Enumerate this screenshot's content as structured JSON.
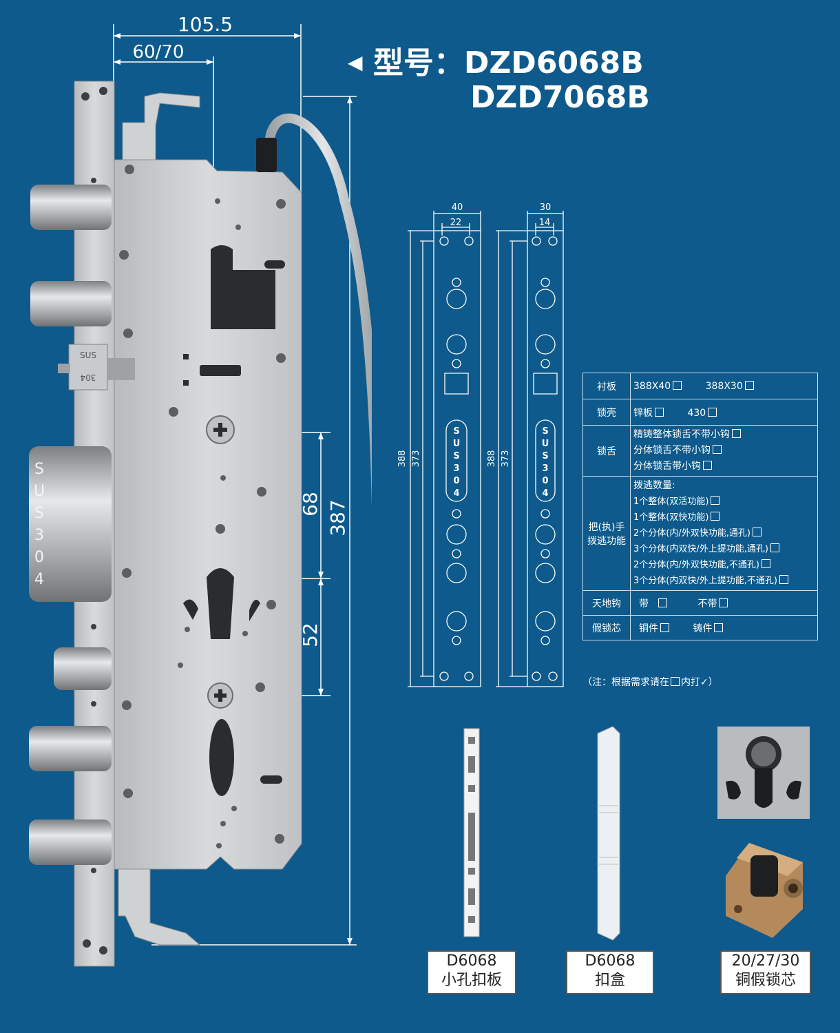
{
  "header": {
    "model_label": "型号：",
    "model_1": "DZD6068B",
    "model_2": "DZD7068B"
  },
  "dimensions": {
    "top_width": "105.5",
    "inner_width": "60/70",
    "total_height": "387",
    "upper_spacing": "68",
    "lower_spacing": "52"
  },
  "lock_text": {
    "faceplate": [
      "S",
      "U",
      "S",
      "3",
      "0",
      "4"
    ],
    "latch_top": "SUS",
    "latch_bottom": "304"
  },
  "strike_plates": [
    {
      "width": "40",
      "hole_spacing": "22",
      "length": "388",
      "inner_length": "373",
      "stamp": [
        "S",
        "U",
        "S",
        "3",
        "0",
        "4"
      ]
    },
    {
      "width": "30",
      "hole_spacing": "14",
      "length": "388",
      "inner_length": "373",
      "stamp": [
        "S",
        "U",
        "S",
        "3",
        "0",
        "4"
      ]
    }
  ],
  "spec_table": {
    "rows": [
      {
        "head": "衬板",
        "lines": [
          "388X40",
          "388X30"
        ]
      },
      {
        "head": "锁壳",
        "lines": [
          "锌板",
          "430"
        ]
      },
      {
        "head": "锁舌",
        "lines": [
          "精铸整体锁舌不带小钩",
          "分体锁舌不带小钩",
          "分体锁舌带小钩"
        ]
      },
      {
        "head": "把(执)手拨逃功能",
        "title": "拨逃数量:",
        "lines": [
          "1个整体(双活功能)",
          "1个整体(双快功能)",
          "2个分体(内/外双快功能,通孔)",
          "3个分体(内双快/外上提功能,通孔)",
          "2个分体(内/外双快功能,不通孔)",
          "3个分体(内双快/外上提功能,不通孔)"
        ]
      },
      {
        "head": "天地钩",
        "lines": [
          "带",
          "不带"
        ]
      },
      {
        "head": "假锁芯",
        "lines": [
          "铜件",
          "铸件"
        ]
      }
    ],
    "note_prefix": "（注：根据需求请在",
    "note_suffix": "内打",
    "note_check": "✓",
    "note_end": "）"
  },
  "products": [
    {
      "line1": "D6068",
      "line2": "小孔扣板"
    },
    {
      "line1": "D6068",
      "line2": "扣盒"
    },
    {
      "line1": "20/27/30",
      "line2": "铜假锁芯"
    }
  ],
  "colors": {
    "background": "#0e5a8c",
    "steel": "#c9ccce",
    "text": "#ffffff"
  }
}
